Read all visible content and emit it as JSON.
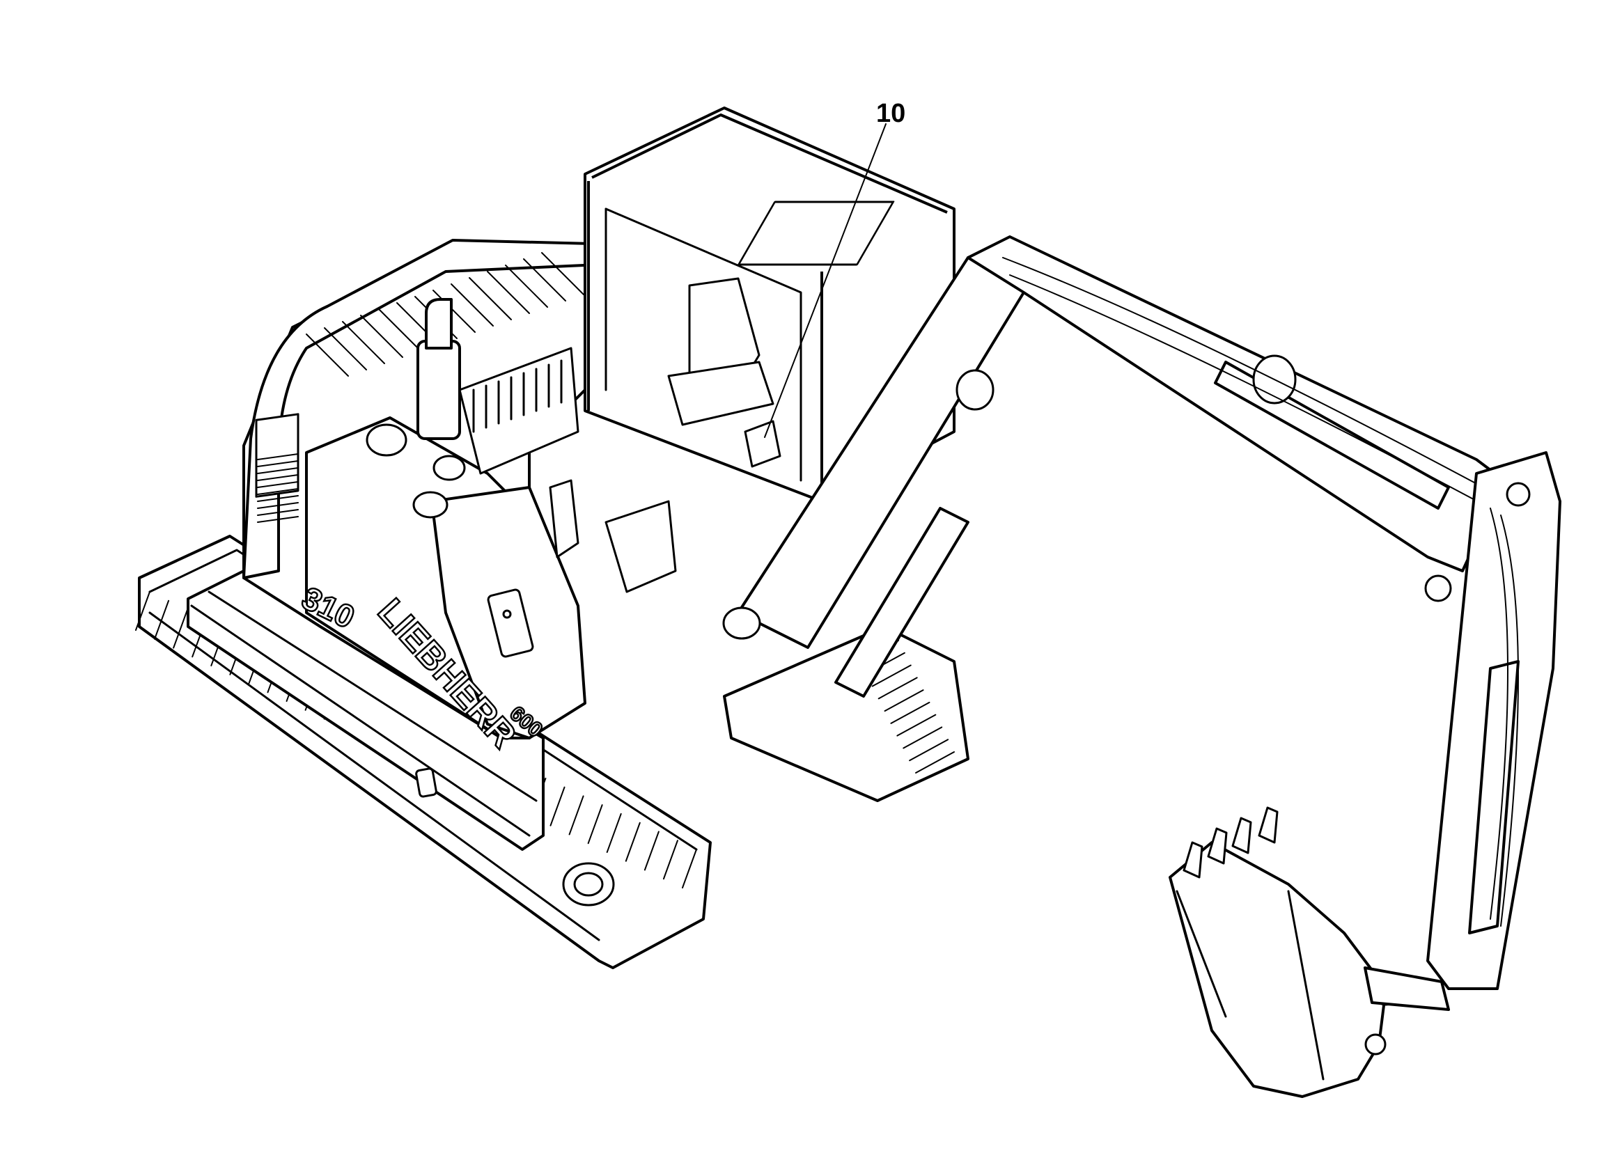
{
  "figure": {
    "callouts": [
      {
        "label": "10"
      }
    ],
    "machine_markings": {
      "model_number": "310",
      "brand": "LIEBHERR",
      "small_badge": "600"
    }
  },
  "colors": {
    "ink": "#000000",
    "paper": "#ffffff"
  }
}
